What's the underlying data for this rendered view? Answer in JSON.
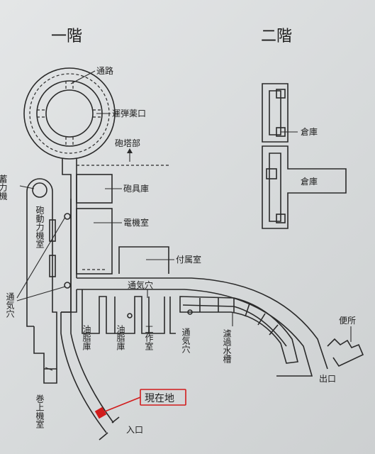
{
  "floor1": {
    "title": "一階",
    "labels": {
      "passage": "通路",
      "ammo_opening": "運弾薬口",
      "turret": "砲塔部",
      "accumulator": "蓄力機",
      "gun_power_room": "砲動力機室",
      "vent_left": "通気穴",
      "gun_equipment": "砲具庫",
      "electric_room": "電機室",
      "annex": "付属室",
      "vent_top": "通気穴",
      "oil_store_1": "油脂庫",
      "oil_store_2": "油脂庫",
      "workshop": "工作室",
      "vent_mid": "通気穴",
      "filter_tank": "濾過水槽",
      "hoist_room": "巻上機室",
      "toilet": "便所",
      "exit": "出口",
      "entrance": "入口"
    },
    "current_location": "現在地",
    "colors": {
      "current_marker": "#d11c1c"
    }
  },
  "floor2": {
    "title": "二階",
    "labels": {
      "storage_1": "倉庫",
      "storage_2": "倉庫"
    }
  }
}
